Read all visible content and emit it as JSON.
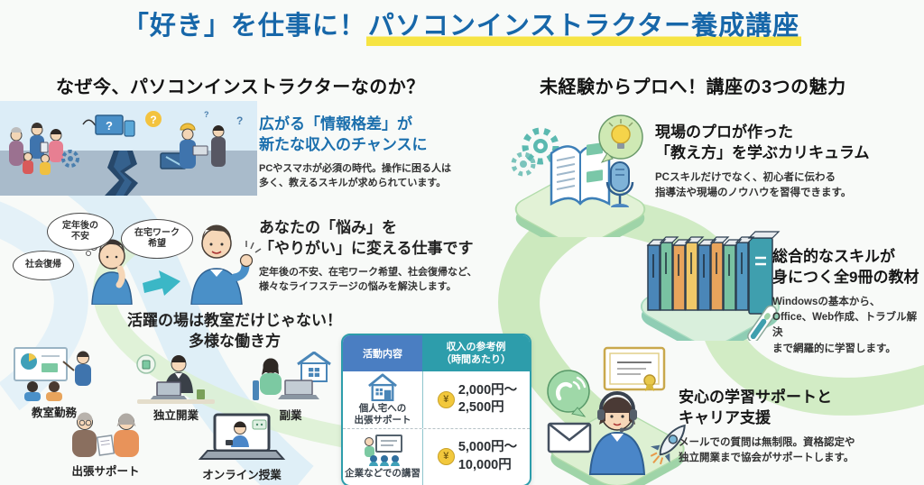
{
  "symbols": {
    "yen": "¥",
    "question": "?"
  },
  "title": {
    "prefix": "「好き」を仕事に！",
    "highlight": "パソコンインストラクター養成講座"
  },
  "left": {
    "header": "なぜ今、パソコンインストラクターなのか？",
    "point1": {
      "heading": "広がる「情報格差」が\n新たな収入のチャンスに",
      "body": "PCやスマホが必須の時代。操作に困る人は\n多く、教えるスキルが求められています。"
    },
    "bubbles": [
      "定年後の\n不安",
      "在宅ワーク\n希望",
      "社会復帰"
    ],
    "point2": {
      "heading": "あなたの「悩み」を\n「やりがい」に変える仕事です",
      "body": "定年後の不安、在宅ワーク希望、社会復帰など、\n様々なライフステージの悩みを解決します。"
    },
    "point3": {
      "heading": "活躍の場は教室だけじゃない！\n多様な働き方"
    },
    "work_styles": [
      "教室勤務",
      "独立開業",
      "副業",
      "出張サポート",
      "オンライン授業"
    ]
  },
  "table": {
    "header_activity": "活動内容",
    "header_income": "収入の参考例\n（時間あたり）",
    "rows": [
      {
        "activity": "個人宅への\n出張サポート",
        "income": "2,000円〜\n2,500円"
      },
      {
        "activity": "企業などでの講習",
        "income": "5,000円〜\n10,000円"
      }
    ]
  },
  "right": {
    "header": "未経験からプロへ！講座の3つの魅力",
    "features": [
      {
        "heading": "現場のプロが作った\n「教え方」を学ぶカリキュラム",
        "body": "PCスキルだけでなく、初心者に伝わる\n指導法や現場のノウハウを習得できます。"
      },
      {
        "heading": "総合的なスキルが\n身につく全9冊の教材",
        "body": "Windowsの基本から、\nOffice、Web作成、トラブル解決\nまで網羅的に学習します。"
      },
      {
        "heading": "安心の学習サポートと\nキャリア支援",
        "body": "メールでの質問は無制限。資格認定や\n独立開業まで協会がサポートします。"
      }
    ]
  },
  "colors": {
    "accent_blue": "#1767a9",
    "highlight_yellow": "#f6e443",
    "table_blue": "#4a7ec2",
    "table_teal": "#2d9dab",
    "ribbon_green": "#c9e8bb",
    "curve_blue": "#dcedf6"
  }
}
